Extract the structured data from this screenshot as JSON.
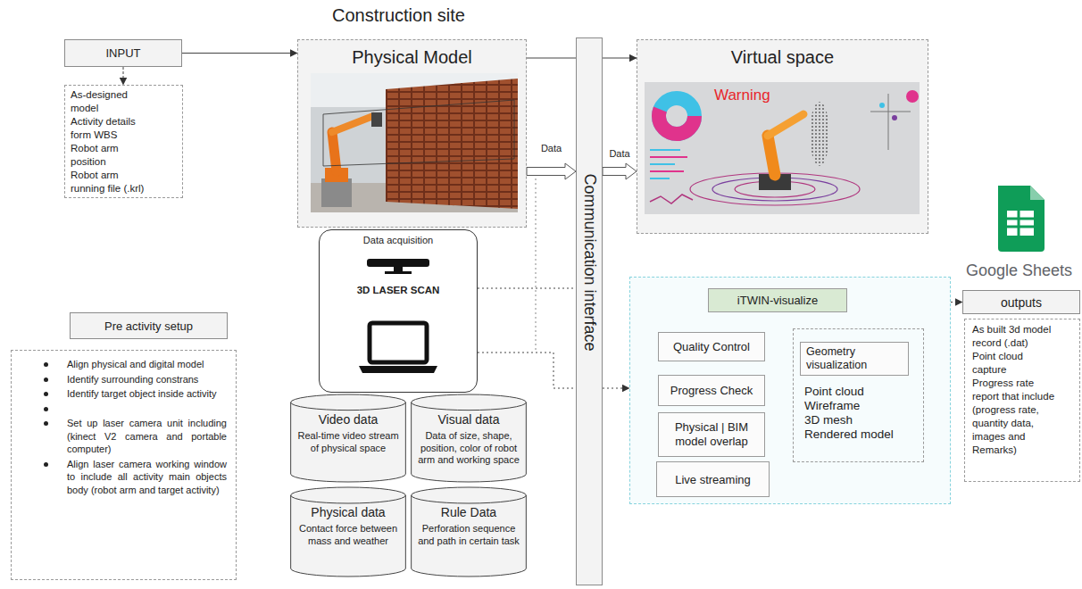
{
  "diagram": {
    "title": "Construction site",
    "nodes": [
      {
        "text": [
          "INPUT"
        ]
      },
      {
        "text": [
          "As-designed model",
          "Activity details form WBS",
          "Robot arm position",
          "Robot arm running file (.krl)"
        ]
      },
      {
        "text": [
          "Physical Model"
        ]
      },
      {
        "text": [
          "Data acquisition",
          "3D LASER SCAN"
        ]
      },
      {
        "text": [
          "Video data",
          "Real-time video stream of physical space"
        ]
      },
      {
        "text": [
          "Visual data",
          "Data of size, shape, position, color of robot arm and working space"
        ]
      },
      {
        "text": [
          "Physical data",
          "Contact force between mass and weather"
        ]
      },
      {
        "text": [
          "Rule Data",
          "Perforation sequence and path in certain task"
        ]
      },
      {
        "text": [
          "Communication interface"
        ]
      },
      {
        "text": [
          "Virtual space"
        ]
      },
      {
        "text": [
          "iTWIN-visualize"
        ]
      },
      {
        "text": [
          "Quality Control"
        ],
        "in": 10
      },
      {
        "text": [
          "Progress Check"
        ],
        "in": 10
      },
      {
        "text": [
          "Physical | BIM model overlap"
        ],
        "in": 10
      },
      {
        "text": [
          "Live streaming"
        ],
        "in": 10
      },
      {
        "text": [
          "Point cloud",
          "Wireframe",
          "3D mesh",
          "Rendered model"
        ],
        "in": 10
      },
      {
        "text": [
          "Geometry visualization"
        ],
        "in": 15
      },
      {
        "text": [
          "outputs"
        ]
      },
      {
        "text": [
          "As built 3d model record (.dat)",
          "Point cloud capture",
          "Progress rate report that include (progress rate, quantity data, images and Remarks)"
        ]
      },
      {
        "text": [
          "Pre activity setup"
        ]
      },
      {
        "text": [
          "Align physical and digital model",
          "Identify surrounding constrans",
          "Identify target object inside activity",
          "Set up laser camera unit including (kinect V2 camera and portable computer)",
          "Align laser camera working window to include all activity main objects body (robot arm and target activity)"
        ]
      }
    ],
    "edges": [
      {
        "from": 0,
        "to": 2,
        "arrow": "to"
      },
      {
        "from": 0,
        "to": 1,
        "arrow": "to"
      },
      {
        "from": 2,
        "to": 9,
        "arrow": "to"
      },
      {
        "from": 2,
        "to": 8,
        "label": "Data",
        "arrow": "to"
      },
      {
        "from": 8,
        "to": 9,
        "label": "Data",
        "arrow": "to"
      },
      {
        "from": 3,
        "to": 8,
        "arrow": "none"
      },
      {
        "from": 3,
        "to": 10,
        "arrow": "to"
      },
      {
        "from": 10,
        "to": 17,
        "arrow": "to"
      }
    ],
    "labels": [
      "Warning",
      "Google Sheets"
    ]
  }
}
